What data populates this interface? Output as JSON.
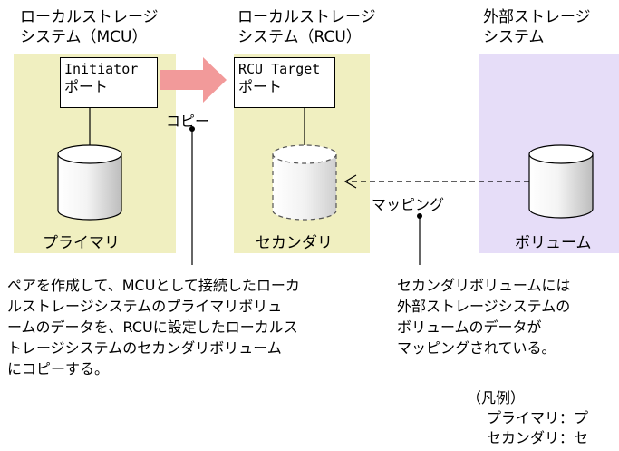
{
  "systems": {
    "local": {
      "title_line1": "ローカルストレージ",
      "title_line2": "システム（MCU）"
    },
    "rcu": {
      "title_line1": "ローカルストレージ",
      "title_line2": "システム（RCU）"
    },
    "external": {
      "title_line1": "外部ストレージ",
      "title_line2": "システム"
    }
  },
  "ports": {
    "initiator": {
      "line1": "Initiator",
      "line2": "ポート"
    },
    "rcu_target": {
      "line1": "RCU Target",
      "line2": "ポート"
    }
  },
  "volumes": {
    "primary": "プライマリ",
    "secondary": "セカンダリ",
    "external": "ボリューム"
  },
  "labels": {
    "copy": "コピー",
    "mapping": "マッピング"
  },
  "notes": {
    "left": [
      "ペアを作成して、MCUとして接続したローカ",
      "ルストレージシステムのプライマリボリュ",
      "ームのデータを、RCUに設定したローカルス",
      "トレージシステムのセカンダリボリューム",
      "にコピーする。"
    ],
    "right": [
      "セカンダリボリュームには",
      "外部ストレージシステムの",
      "ボリュームのデータが",
      "マッピングされている。"
    ]
  },
  "legend": {
    "heading": "（凡例）",
    "line1": "プライマリ：プ",
    "line2": "セカンダリ：セ"
  },
  "colors": {
    "local_panel": "#f0efc0",
    "external_panel": "#e6ddf8",
    "copy_arrow": "#f29a9a"
  }
}
